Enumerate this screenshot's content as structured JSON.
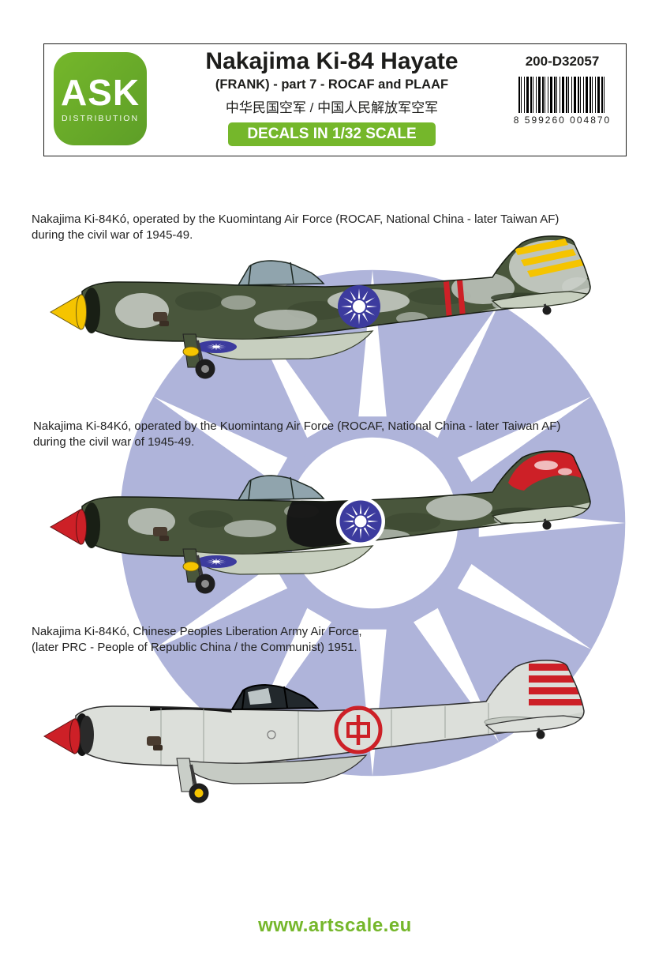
{
  "colors": {
    "brand_green": "#75b72b",
    "brand_green_dark": "#5d9e27",
    "watermark_blue": "#a9aed7",
    "camo_green": "#49563c",
    "camo_dark": "#35412b",
    "chip_silver": "#cbd0c9",
    "underside_green": "#c7cfbf",
    "roundel_blue": "#3c3b9e",
    "insignia_red": "#cd2027",
    "insignia_yellow": "#f5c400",
    "aircraft_gray": "#dcdfda",
    "aircraft_gray_shadow": "#c6cbc4",
    "text_dark": "#1d1d1b"
  },
  "header": {
    "logo_text": "ASK",
    "logo_subtext": "DISTRIBUTION",
    "title": "Nakajima Ki-84 Hayate",
    "subtitle": "(FRANK) - part 7 - ROCAF and PLAAF",
    "chinese_title": "中华民国空军 / 中国人民解放军空军",
    "scale_badge": "DECALS IN 1/32 SCALE",
    "product_code": "200-D32057",
    "barcode_digits": "8 599260 004870"
  },
  "profiles": [
    {
      "caption": "Nakajima Ki-84Kó, operated by the Kuomintang Air Force (ROCAF, National China - later Taiwan AF)\nduring the civil war of 1945-49."
    },
    {
      "caption": "Nakajima Ki-84Kó, operated by the Kuomintang Air Force (ROCAF, National China - later Taiwan AF)\nduring the civil war of 1945-49."
    },
    {
      "caption": "Nakajima Ki-84Kó, Chinese Peoples Liberation Army Air Force,\n(later PRC - People of Republic China / the Communist) 1951."
    }
  ],
  "footer": {
    "website": "www.artscale.eu"
  }
}
